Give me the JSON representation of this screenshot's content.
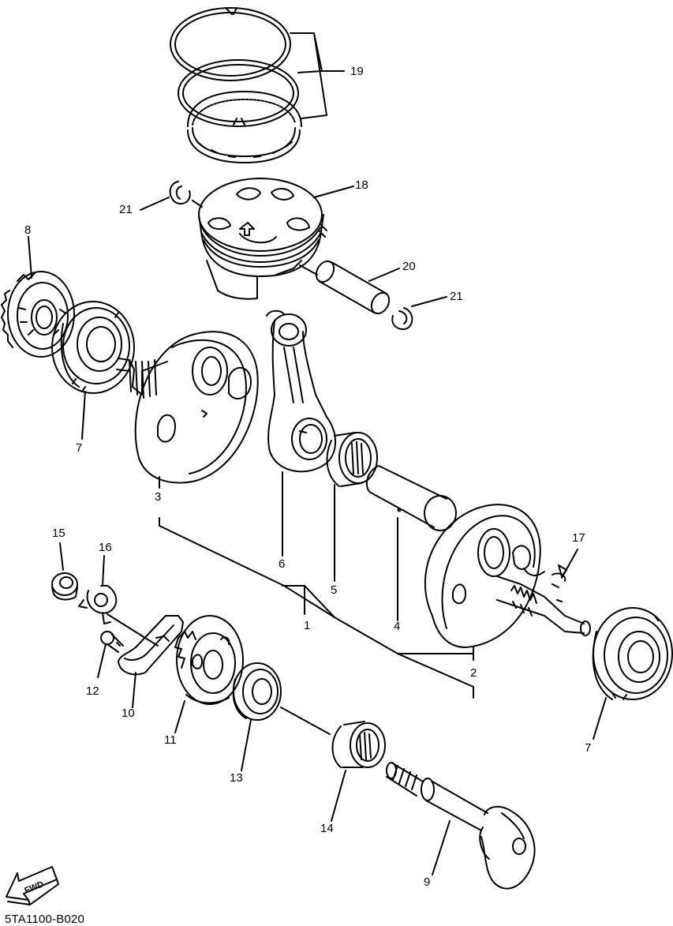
{
  "diagram": {
    "drawing_code": "5TA1100-B020",
    "fwd_label": "FWD",
    "callouts": [
      {
        "id": "c1",
        "text": "1"
      },
      {
        "id": "c2",
        "text": "2"
      },
      {
        "id": "c3",
        "text": "3"
      },
      {
        "id": "c4",
        "text": "4"
      },
      {
        "id": "c5",
        "text": "5"
      },
      {
        "id": "c6",
        "text": "6"
      },
      {
        "id": "c7a",
        "text": "7"
      },
      {
        "id": "c7b",
        "text": "7"
      },
      {
        "id": "c8",
        "text": "8"
      },
      {
        "id": "c9",
        "text": "9"
      },
      {
        "id": "c10",
        "text": "10"
      },
      {
        "id": "c11",
        "text": "11"
      },
      {
        "id": "c12",
        "text": "12"
      },
      {
        "id": "c13",
        "text": "13"
      },
      {
        "id": "c14",
        "text": "14"
      },
      {
        "id": "c15",
        "text": "15"
      },
      {
        "id": "c16",
        "text": "16"
      },
      {
        "id": "c17",
        "text": "17"
      },
      {
        "id": "c18",
        "text": "18"
      },
      {
        "id": "c19",
        "text": "19"
      },
      {
        "id": "c20",
        "text": "20"
      },
      {
        "id": "c21a",
        "text": "21"
      },
      {
        "id": "c21b",
        "text": "21"
      }
    ]
  }
}
